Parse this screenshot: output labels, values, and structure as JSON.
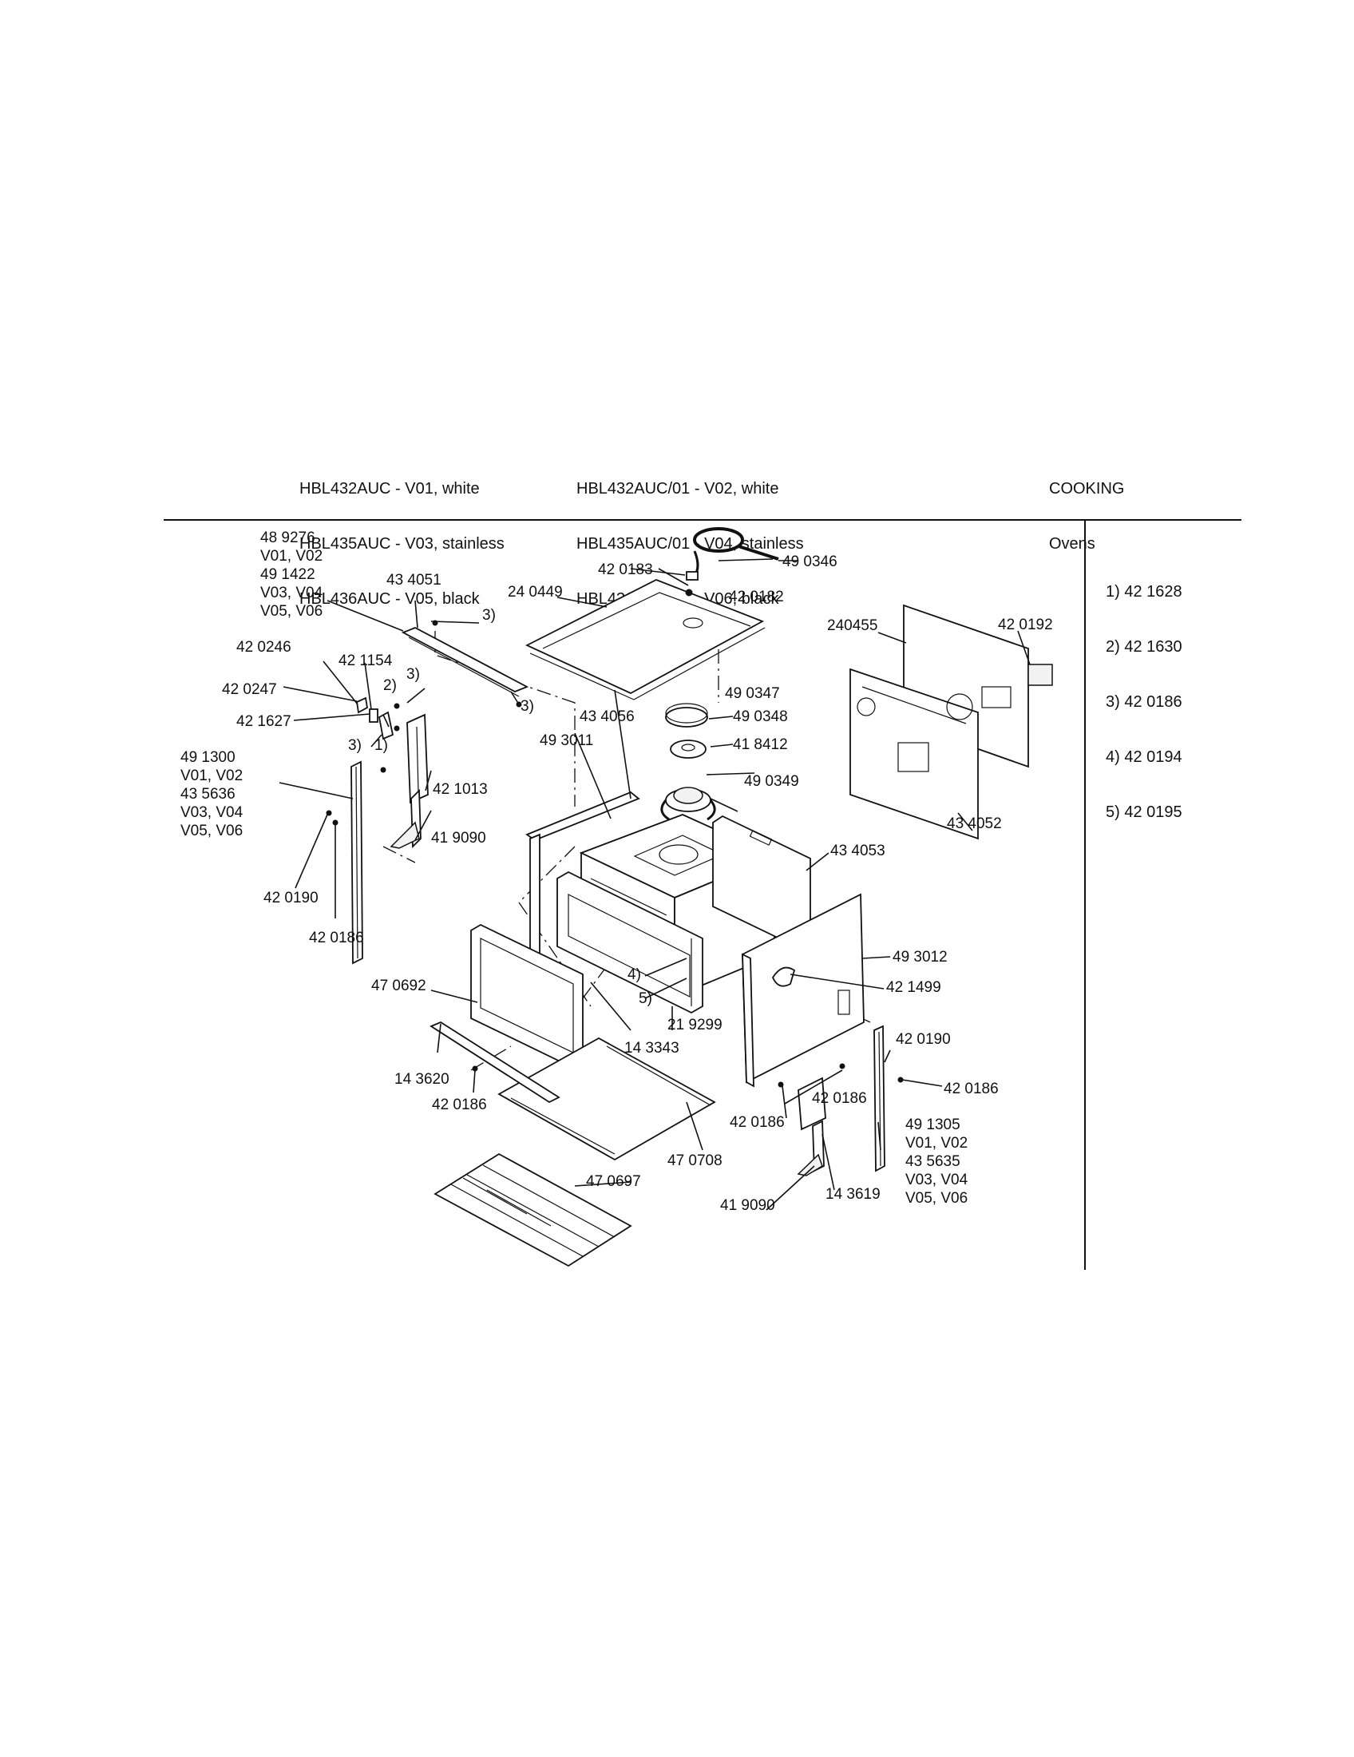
{
  "header": {
    "models_left": [
      "HBL432AUC - V01, white",
      "HBL435AUC - V03, stainless",
      "HBL436AUC - V05, black"
    ],
    "models_right": [
      "HBL432AUC/01 - V02, white",
      "HBL435AUC/01 - V04, stainless",
      "HBL436AUC/01 - V06, black"
    ],
    "category": [
      "COOKING",
      "Ovens"
    ]
  },
  "legend": [
    "1) 42 1628",
    "2) 42 1630",
    "3) 42 0186",
    "4) 42 0194",
    "5) 42 0195"
  ],
  "callouts": {
    "c489276": "48 9276",
    "c489276_v1": "V01, V02",
    "c491422": "49 1422",
    "c491422_v1": "V03, V04",
    "c491422_v2": "V05, V06",
    "c434051": "43 4051",
    "c240449": "24 0449",
    "c420183": "42 0183",
    "c490346": "49 0346",
    "c420182": "42 0182",
    "c240455": "240455",
    "c420192": "42 0192",
    "c420246": "42 0246",
    "c421154": "42 1154",
    "c420247": "42 0247",
    "c421627": "42 1627",
    "c434056": "43 4056",
    "c490347": "49 0347",
    "c490348": "49 0348",
    "c418412": "41 8412",
    "c493011": "49 3011",
    "c490349": "49 0349",
    "c491300": "49 1300",
    "c491300_v1": "V01, V02",
    "c435636": "43 5636",
    "c435636_v1": "V03, V04",
    "c435636_v2": "V05, V06",
    "c421013": "42 1013",
    "c419090a": "41 9090",
    "c434052": "43 4052",
    "c434053": "43 4053",
    "c420190a": "42 0190",
    "c420186a": "42 0186",
    "c493012": "49 3012",
    "c470692": "47 0692",
    "c421499": "42 1499",
    "c219299": "21 9299",
    "c143343": "14 3343",
    "c420190b": "42 0190",
    "c143620": "14 3620",
    "c420186b": "42 0186",
    "c420186c": "42 0186",
    "c420186d": "42 0186",
    "c420186e": "42 0186",
    "c470708": "47 0708",
    "c491305": "49 1305",
    "c491305_v1": "V01, V02",
    "c435635": "43 5635",
    "c435635_v1": "V03, V04",
    "c435635_v2": "V05, V06",
    "c470697": "47 0697",
    "c419090b": "41 9090",
    "c143619": "14 3619",
    "m3a": "3)",
    "m3b": "3)",
    "m3c": "3)",
    "m3d": "3)",
    "m1": "1)",
    "m2": "2)",
    "m4": "4)",
    "m5": "5)"
  }
}
